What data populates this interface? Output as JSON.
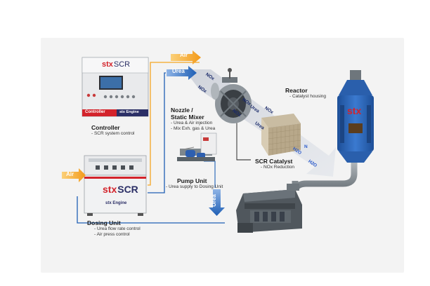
{
  "labels": {
    "controller": {
      "title": "Controller",
      "sub": [
        "- SCR system control"
      ]
    },
    "nozzle": {
      "title1": "Nozzle /",
      "title2": "Static Mixer",
      "sub": [
        "- Urea & Air injection",
        "- Mix Exh. gas & Urea"
      ]
    },
    "pump": {
      "title": "Pump Unit",
      "sub": [
        "- Urea supply to Dosing Unit"
      ]
    },
    "dosing": {
      "title": "Dosing Unit",
      "sub": [
        "- Urea flow rate control",
        "- Air press control"
      ]
    },
    "catalyst": {
      "title": "SCR Catalyst",
      "sub": [
        "- NOx Reduction"
      ]
    },
    "reactor": {
      "title": "Reactor",
      "sub": [
        "- Catalyst housing"
      ]
    }
  },
  "arrows": {
    "air_top": "Air",
    "urea_top": "Urea",
    "air_left": "Air",
    "urea_down": "Urea"
  },
  "gas_labels": {
    "nox": "NOx",
    "urea": "Urea",
    "h2o": "H2O",
    "n": "N"
  },
  "brand": {
    "stx": "stx",
    "scr": "SCR",
    "controller_strip": "Controller",
    "engine": "stx Engine"
  },
  "colors": {
    "air": "#f5a623",
    "urea": "#1f5fb5",
    "reactor": "#2e67b8",
    "pipe": "#8f969c",
    "brand_red": "#d3232b"
  }
}
